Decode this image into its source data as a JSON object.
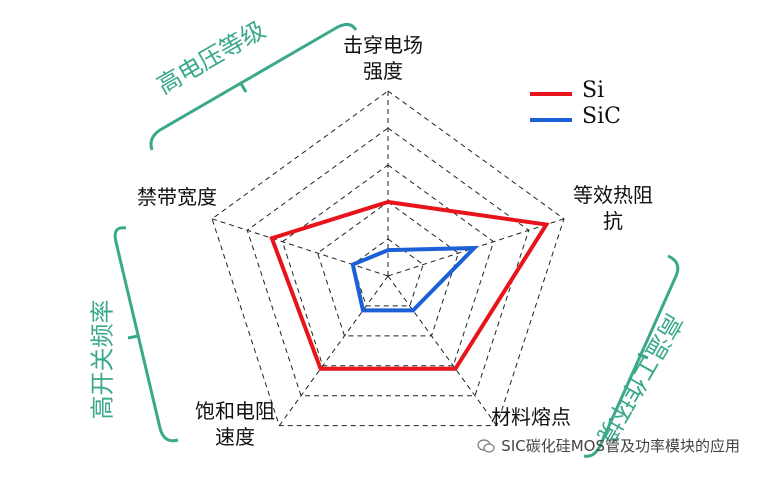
{
  "chart_data": {
    "type": "radar",
    "axes": [
      "击穿电场强度",
      "等效热阻抗",
      "材料熔点",
      "饱和电阻速度",
      "禁带宽度"
    ],
    "axis_label_lines": [
      [
        "击穿电场",
        "强度"
      ],
      [
        "等效热阻",
        "抗"
      ],
      [
        "材料熔点"
      ],
      [
        "饱和电阻",
        "速度"
      ],
      [
        "禁带宽度"
      ]
    ],
    "levels": 5,
    "series": [
      {
        "name": "Si",
        "color": "#e8141b",
        "values": [
          0.4,
          0.9,
          0.62,
          0.62,
          0.66
        ]
      },
      {
        "name": "SiC",
        "color": "#1d5fd6",
        "values": [
          0.14,
          0.49,
          0.23,
          0.23,
          0.2
        ]
      }
    ],
    "group_labels": [
      "高电压等级",
      "高开关频率",
      "高温工作环境"
    ],
    "group_color": "#3aa88a"
  },
  "watermark": {
    "text": "SIC碳化硅MOS管及功率模块的应用"
  }
}
